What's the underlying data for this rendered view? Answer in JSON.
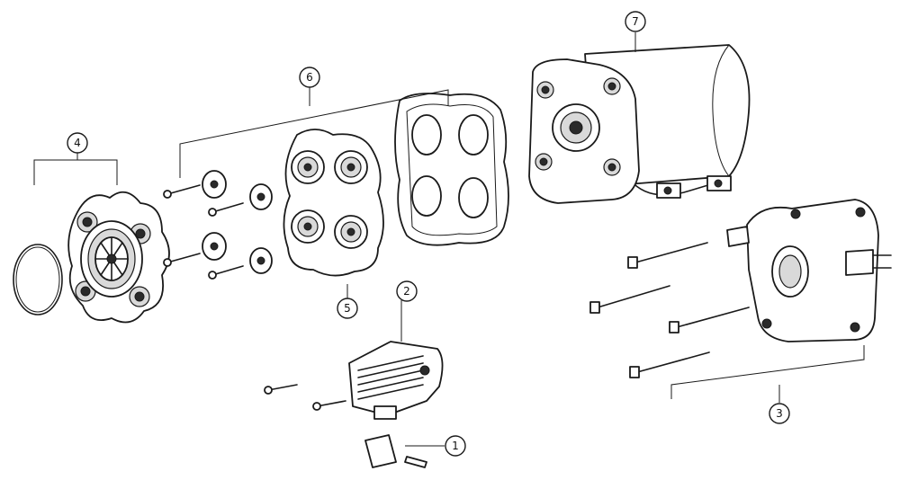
{
  "callouts": [
    {
      "id": "1",
      "label": "1"
    },
    {
      "id": "2",
      "label": "2"
    },
    {
      "id": "3",
      "label": "3"
    },
    {
      "id": "4",
      "label": "4"
    },
    {
      "id": "5",
      "label": "5"
    },
    {
      "id": "6",
      "label": "6"
    },
    {
      "id": "7",
      "label": "7"
    }
  ],
  "colors": {
    "line": "#1a1a1a",
    "background": "#ffffff",
    "shade": "#d9d9d9"
  }
}
